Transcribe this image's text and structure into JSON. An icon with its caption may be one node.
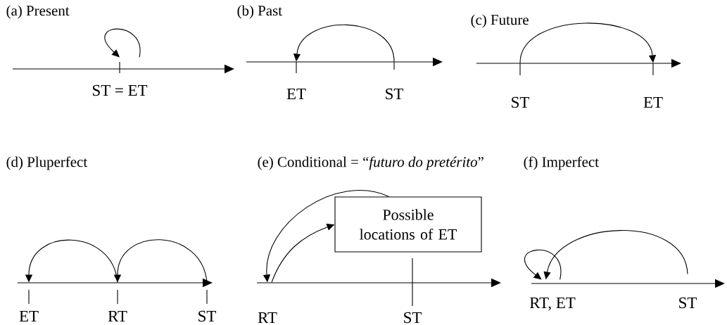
{
  "diagram": {
    "nodes": [
      {
        "text": [
          "ST = ET"
        ]
      },
      {
        "text": [
          "ET"
        ]
      },
      {
        "text": [
          "ST"
        ]
      },
      {
        "text": [
          "ST"
        ]
      },
      {
        "text": [
          "ET"
        ]
      },
      {
        "text": [
          "ET"
        ]
      },
      {
        "text": [
          "RT"
        ]
      },
      {
        "text": [
          "ST"
        ]
      },
      {
        "text": [
          "RT"
        ]
      },
      {
        "text": [
          "Possible locations of ET"
        ]
      },
      {
        "text": [
          "ST"
        ]
      },
      {
        "text": [
          "RT, ET"
        ]
      },
      {
        "text": [
          "ST"
        ]
      }
    ],
    "edges": [
      {
        "from": 0,
        "to": 0,
        "arrow": "to"
      },
      {
        "from": 2,
        "to": 1,
        "arrow": "to"
      },
      {
        "from": 3,
        "to": 4,
        "arrow": "to"
      },
      {
        "from": 6,
        "to": 5,
        "arrow": "to"
      },
      {
        "from": 7,
        "to": 6,
        "arrow": "to"
      },
      {
        "from": 9,
        "to": 8,
        "arrow": "to"
      },
      {
        "from": 8,
        "to": 9,
        "arrow": "to"
      },
      {
        "from": 11,
        "to": 11,
        "arrow": "to"
      },
      {
        "from": 12,
        "to": 11,
        "arrow": "to"
      }
    ],
    "labels": [
      "(a) Present",
      "(b) Past",
      "(c) Future",
      "(d) Pluperfect",
      "(e) Conditional = “*futuro do pretérito*”",
      "(f) Imperfect"
    ]
  }
}
